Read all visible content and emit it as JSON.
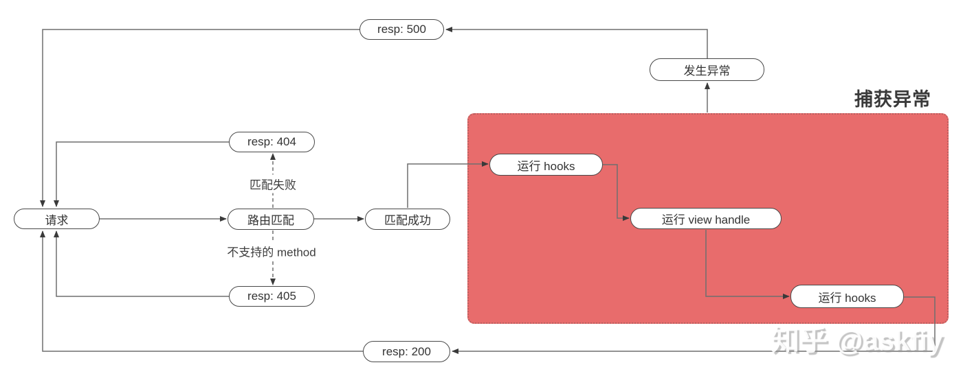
{
  "diagram": {
    "nodes": {
      "resp_500": {
        "label": "resp: 500"
      },
      "resp_404": {
        "label": "resp: 404"
      },
      "route_match": {
        "label": "路由匹配"
      },
      "resp_405": {
        "label": "resp: 405"
      },
      "request": {
        "label": "请求"
      },
      "match_success": {
        "label": "匹配成功"
      },
      "exception": {
        "label": "发生异常"
      },
      "run_hooks_pre": {
        "label": "运行 hooks"
      },
      "run_view_handle": {
        "label": "运行 view handle"
      },
      "run_hooks_post": {
        "label": "运行 hooks"
      },
      "resp_200": {
        "label": "resp: 200"
      }
    },
    "edge_labels": {
      "match_fail": "匹配失败",
      "unsupported_method": "不支持的 method"
    },
    "region_label": "捕获异常",
    "colors": {
      "region_fill": "#E86C6C",
      "line": "#6e6e6e",
      "arrow": "#3a3a3a",
      "node_border": "#474747"
    }
  },
  "watermark": {
    "text": "知乎 @askfiy"
  }
}
